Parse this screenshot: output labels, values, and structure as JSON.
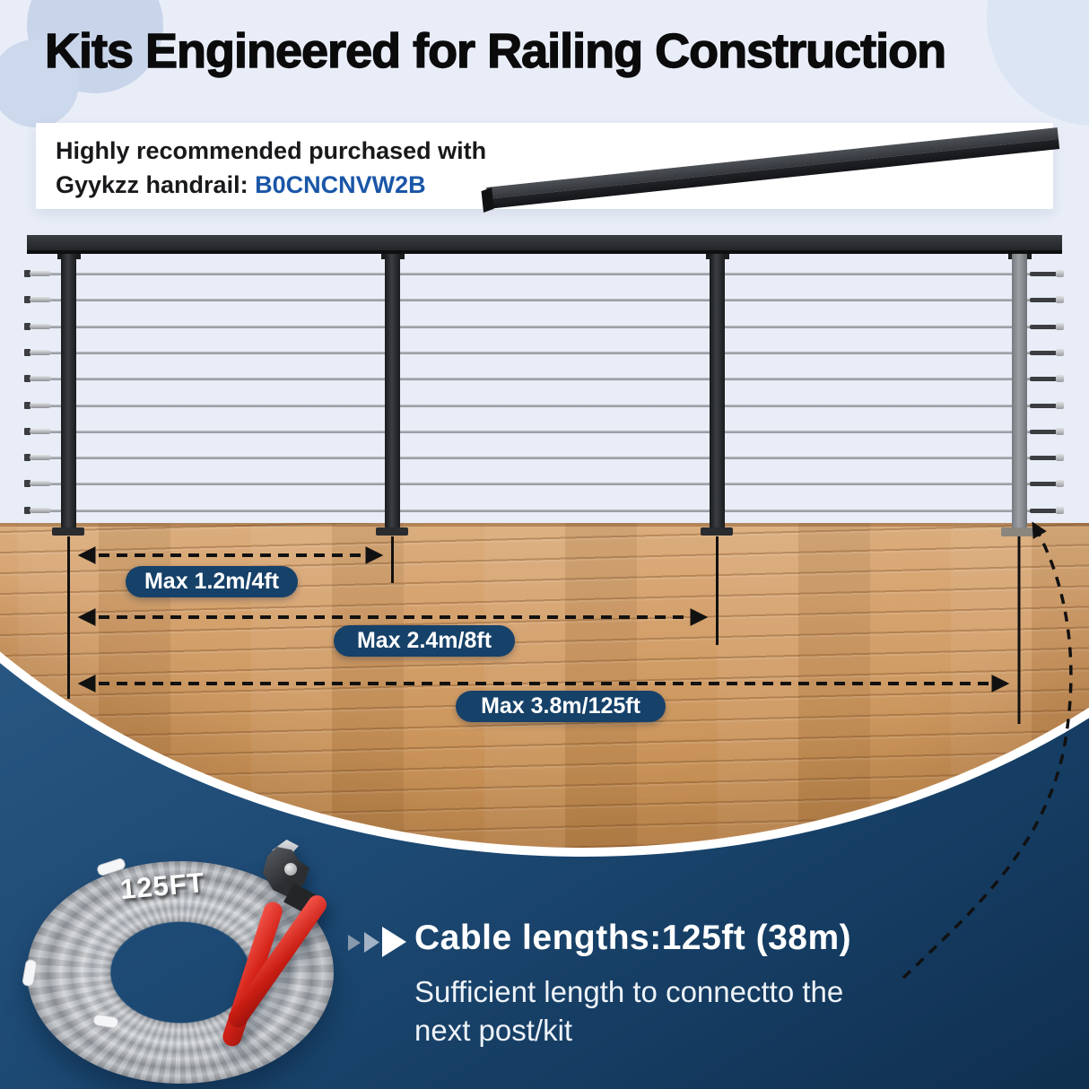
{
  "title": "Kits Engineered for Railing Construction",
  "banner": {
    "line1": "Highly recommended purchased with",
    "line2_label": "Gyykzz handrail: ",
    "asin": "B0CNCNVW2B"
  },
  "diagram": {
    "post_count": 4,
    "cable_count": 10,
    "measurements": [
      {
        "label": "Max 1.2m/4ft"
      },
      {
        "label": "Max 2.4m/8ft"
      },
      {
        "label": "Max 3.8m/125ft"
      }
    ]
  },
  "footer": {
    "coil_label": "125FT",
    "headline": "Cable lengths:125ft (38m)",
    "subline1": "Sufficient length to connectto the",
    "subline2": "next post/kit"
  },
  "colors": {
    "background": "#e8edf8",
    "navy_section": "#1d4a74",
    "measurement_pill": "#164169",
    "asin_blue": "#1a56a8",
    "wood": "#d4a06b",
    "rail_black": "#26282b",
    "end_post_gray": "#8f9297",
    "cutter_red": "#d42218",
    "white": "#ffffff"
  }
}
